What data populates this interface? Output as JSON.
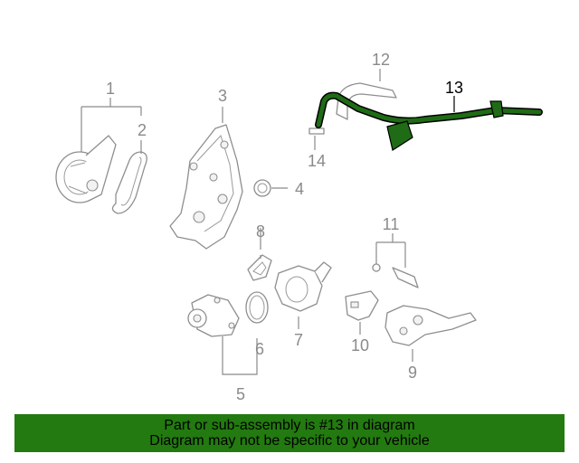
{
  "diagram": {
    "callouts": [
      {
        "id": "1",
        "label": "1"
      },
      {
        "id": "2",
        "label": "2"
      },
      {
        "id": "3",
        "label": "3"
      },
      {
        "id": "4",
        "label": "4"
      },
      {
        "id": "5",
        "label": "5"
      },
      {
        "id": "6",
        "label": "6"
      },
      {
        "id": "7",
        "label": "7"
      },
      {
        "id": "8",
        "label": "8"
      },
      {
        "id": "9",
        "label": "9"
      },
      {
        "id": "10",
        "label": "10"
      },
      {
        "id": "11",
        "label": "11"
      },
      {
        "id": "12",
        "label": "12"
      },
      {
        "id": "13",
        "label": "13"
      },
      {
        "id": "14",
        "label": "14"
      }
    ],
    "highlighted_part": "13",
    "colors": {
      "highlight_part": "#1f6b16",
      "highlight_outline": "#000000",
      "line_art": "#8e8e8e",
      "banner_background": "#237a10"
    }
  },
  "banner": {
    "line1": "Part or sub-assembly is #13 in diagram",
    "line2": "Diagram may not be specific to your vehicle"
  }
}
